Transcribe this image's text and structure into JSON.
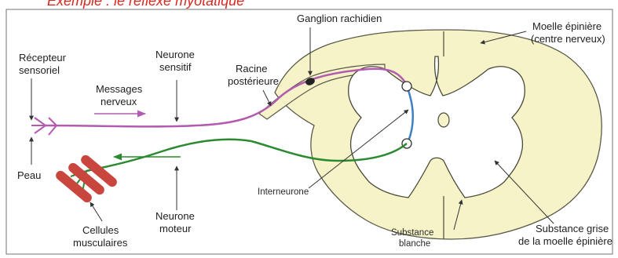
{
  "header_text": "Exemple : le réflexe myotatique",
  "colors": {
    "header": "#d8281f",
    "frame": "#7a7a7a",
    "spinal_cord_fill": "#f7f3c8",
    "spinal_cord_stroke": "#5a5a4a",
    "sensory_neuron": "#b25bb0",
    "motor_neuron": "#2b8a2f",
    "interneuron": "#3b7fc7",
    "muscle": "#c8463e"
  },
  "labels": {
    "recepteur": "Récepteur",
    "sensoriel": "sensoriel",
    "messages": "Messages",
    "nerveux": "nerveux",
    "neurone_sensitif_1": "Neurone",
    "neurone_sensitif_2": "sensitif",
    "racine_1": "Racine",
    "racine_2": "postérieure",
    "ganglion": "Ganglion rachidien",
    "moelle_1": "Moelle épinière",
    "moelle_2": "(centre nerveux)",
    "peau": "Peau",
    "interneurone": "Interneurone",
    "neurone_moteur_1": "Neurone",
    "neurone_moteur_2": "moteur",
    "cellules_1": "Cellules",
    "cellules_2": "musculaires",
    "substance_blanche_1": "Substance",
    "substance_blanche_2": "blanche",
    "substance_grise_1": "Substance grise",
    "substance_grise_2": "de la moelle épinière"
  }
}
